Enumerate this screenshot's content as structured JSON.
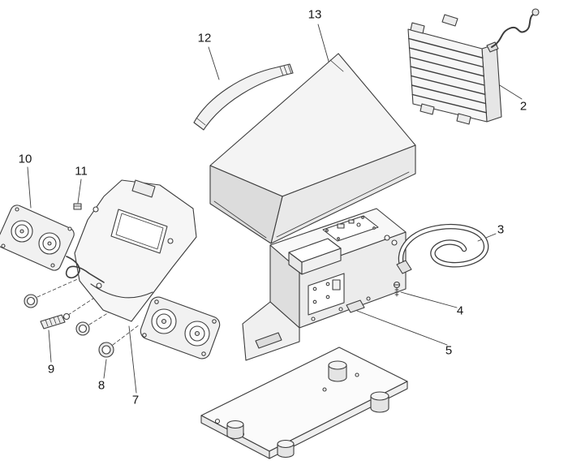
{
  "diagram": {
    "type": "exploded-parts-diagram",
    "colors": {
      "background": "#ffffff",
      "line": "#3c3c3c",
      "shade_light": "#f4f4f4",
      "shade_mid": "#e8e8e8",
      "shade_dark": "#dcdcdc"
    },
    "callouts": [
      {
        "label": "2"
      },
      {
        "label": "3"
      },
      {
        "label": "4"
      },
      {
        "label": "5"
      },
      {
        "label": "7"
      },
      {
        "label": "8"
      },
      {
        "label": "9"
      },
      {
        "label": "10"
      },
      {
        "label": "11"
      },
      {
        "label": "12"
      },
      {
        "label": "13"
      }
    ]
  }
}
